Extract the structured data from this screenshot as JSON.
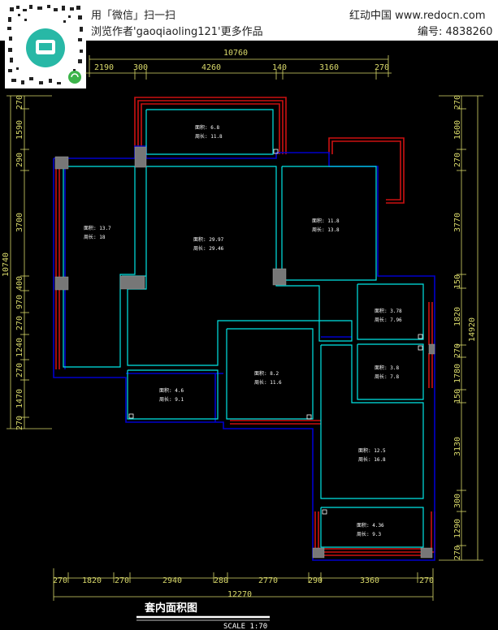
{
  "watermark": {
    "scan_text": "用「微信」扫一扫",
    "author_text": "浏览作者'gaoqiaoling121'更多作品",
    "site": "红动中国 www.redocn.com",
    "id_text": "编号: 4838260"
  },
  "dimensions": {
    "top_total": "10760",
    "top": [
      "2190",
      "300",
      "4260",
      "140",
      "3160",
      "270"
    ],
    "bottom_total": "12270",
    "bottom": [
      "270",
      "1820",
      "270",
      "2940",
      "280",
      "2770",
      "290",
      "3360",
      "270"
    ],
    "left_total": "10740",
    "left": [
      "270",
      "1590",
      "290",
      "3700",
      "400",
      "970",
      "270",
      "1240",
      "270",
      "1470",
      "270"
    ],
    "right_total": "14920",
    "right": [
      "270",
      "1600",
      "270",
      "3770",
      "150",
      "1820",
      "270",
      "1780",
      "150",
      "3130",
      "300",
      "1290",
      "270"
    ]
  },
  "rooms": [
    {
      "area": "面积: 6.8",
      "perimeter": "周长: 11.8"
    },
    {
      "area": "面积: 13.7",
      "perimeter": "周长: 18"
    },
    {
      "area": "面积: 29.97",
      "perimeter": "周长: 29.46"
    },
    {
      "area": "面积: 11.8",
      "perimeter": "周长: 13.8"
    },
    {
      "area": "面积: 3.78",
      "perimeter": "周长: 7.96"
    },
    {
      "area": "面积: 3.8",
      "perimeter": "周长: 7.8"
    },
    {
      "area": "面积: 4.6",
      "perimeter": "周长: 9.1"
    },
    {
      "area": "面积: 8.2",
      "perimeter": "周长: 11.6"
    },
    {
      "area": "面积: 12.5",
      "perimeter": "周长: 16.8"
    },
    {
      "area": "面积: 4.36",
      "perimeter": "周长: 9.3"
    }
  ],
  "title": "套内面积图",
  "scale": "SCALE  1:70",
  "colors": {
    "background": "#000000",
    "wall": "#0000cc",
    "room_outline": "#00e5e5",
    "balcony": "#cc1111",
    "dimension": "#d8d86a"
  }
}
